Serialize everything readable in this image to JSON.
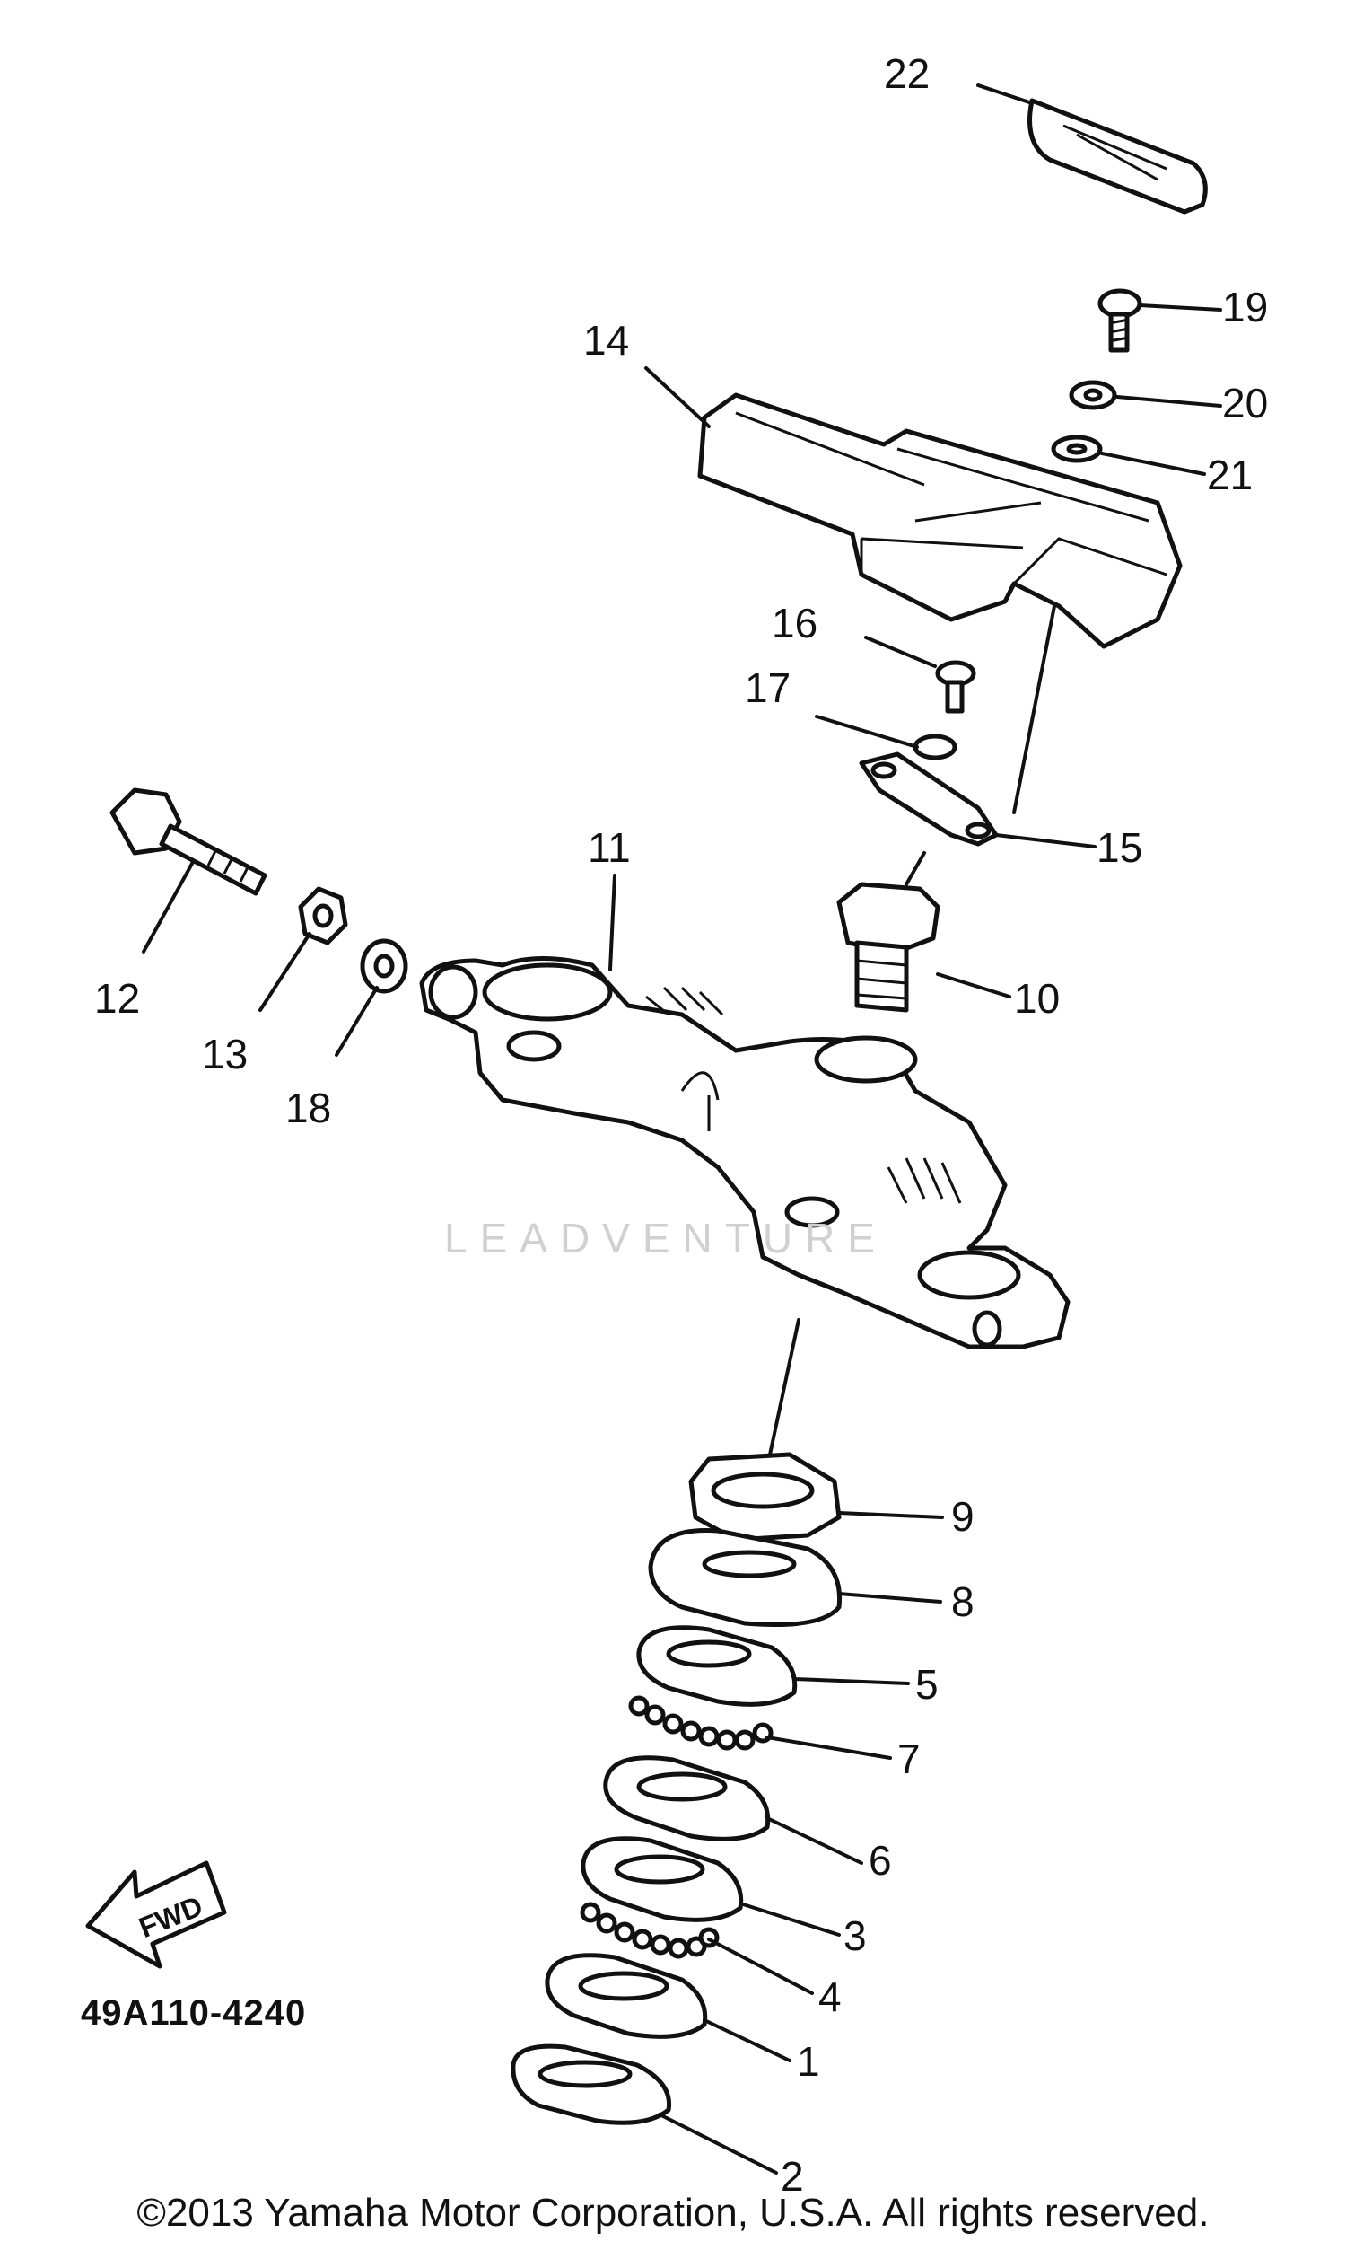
{
  "diagram": {
    "code": "49A110-4240",
    "fwd_label": "FWD",
    "watermark": "LEADVENTURE",
    "copyright": "©2013 Yamaha Motor Corporation, U.S.A. All rights reserved.",
    "callouts": {
      "c1": "1",
      "c2": "2",
      "c3": "3",
      "c4": "4",
      "c5": "5",
      "c6": "6",
      "c7": "7",
      "c8": "8",
      "c9": "9",
      "c10": "10",
      "c11": "11",
      "c12": "12",
      "c13": "13",
      "c14": "14",
      "c15": "15",
      "c16": "16",
      "c17": "17",
      "c18": "18",
      "c19": "19",
      "c20": "20",
      "c21": "21",
      "c22": "22"
    }
  }
}
